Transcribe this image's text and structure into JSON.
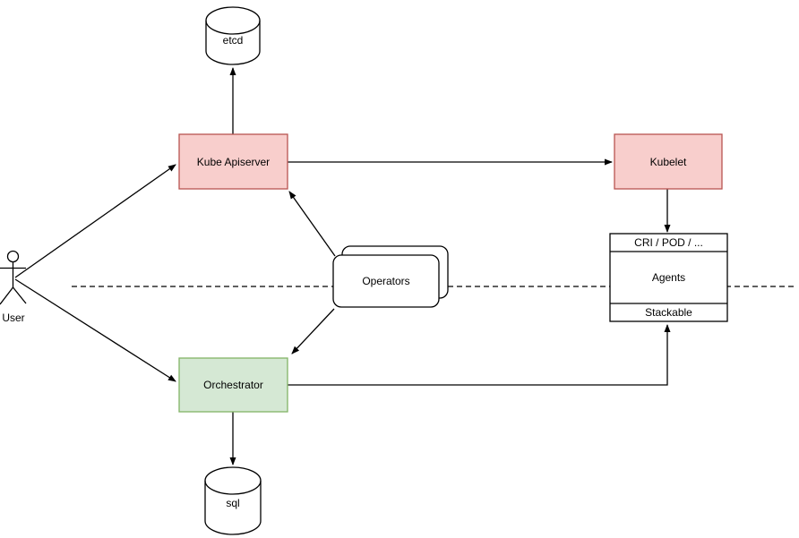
{
  "colors": {
    "background": "#ffffff",
    "line": "#000000",
    "text": "#000000",
    "node_fill_pink": "#f8cecc",
    "node_stroke_pink": "#b85450",
    "node_fill_green": "#d5e8d4",
    "node_stroke_green": "#82b366",
    "node_fill_white": "#ffffff",
    "node_stroke_black": "#000000"
  },
  "nodes": {
    "etcd": {
      "label": "etcd",
      "shape": "cylinder"
    },
    "kube_apiserver": {
      "label": "Kube Apiserver",
      "shape": "rectangle"
    },
    "kubelet": {
      "label": "Kubelet",
      "shape": "rectangle"
    },
    "operators": {
      "label": "Operators",
      "shape": "stacked-rounded-rectangles"
    },
    "orchestrator": {
      "label": "Orchestrator",
      "shape": "rectangle"
    },
    "sql": {
      "label": "sql",
      "shape": "cylinder"
    },
    "user": {
      "label": "User",
      "shape": "actor"
    },
    "agents_stack": {
      "header": "CRI / POD / ...",
      "body": "Agents",
      "footer": "Stackable",
      "shape": "partitioned-rectangle"
    }
  },
  "edges": [
    {
      "from": "user",
      "to": "kube_apiserver",
      "type": "arrow"
    },
    {
      "from": "user",
      "to": "orchestrator",
      "type": "arrow"
    },
    {
      "from": "kube_apiserver",
      "to": "etcd",
      "type": "arrow"
    },
    {
      "from": "kube_apiserver",
      "to": "kubelet",
      "type": "arrow"
    },
    {
      "from": "kubelet",
      "to": "agents_stack",
      "type": "arrow"
    },
    {
      "from": "operators",
      "to": "kube_apiserver",
      "type": "arrow"
    },
    {
      "from": "operators",
      "to": "orchestrator",
      "type": "arrow"
    },
    {
      "from": "orchestrator",
      "to": "agents_stack_footer",
      "type": "elbow-arrow"
    },
    {
      "from": "orchestrator",
      "to": "sql",
      "type": "arrow"
    }
  ],
  "separator": {
    "style": "dashed",
    "orientation": "horizontal"
  }
}
